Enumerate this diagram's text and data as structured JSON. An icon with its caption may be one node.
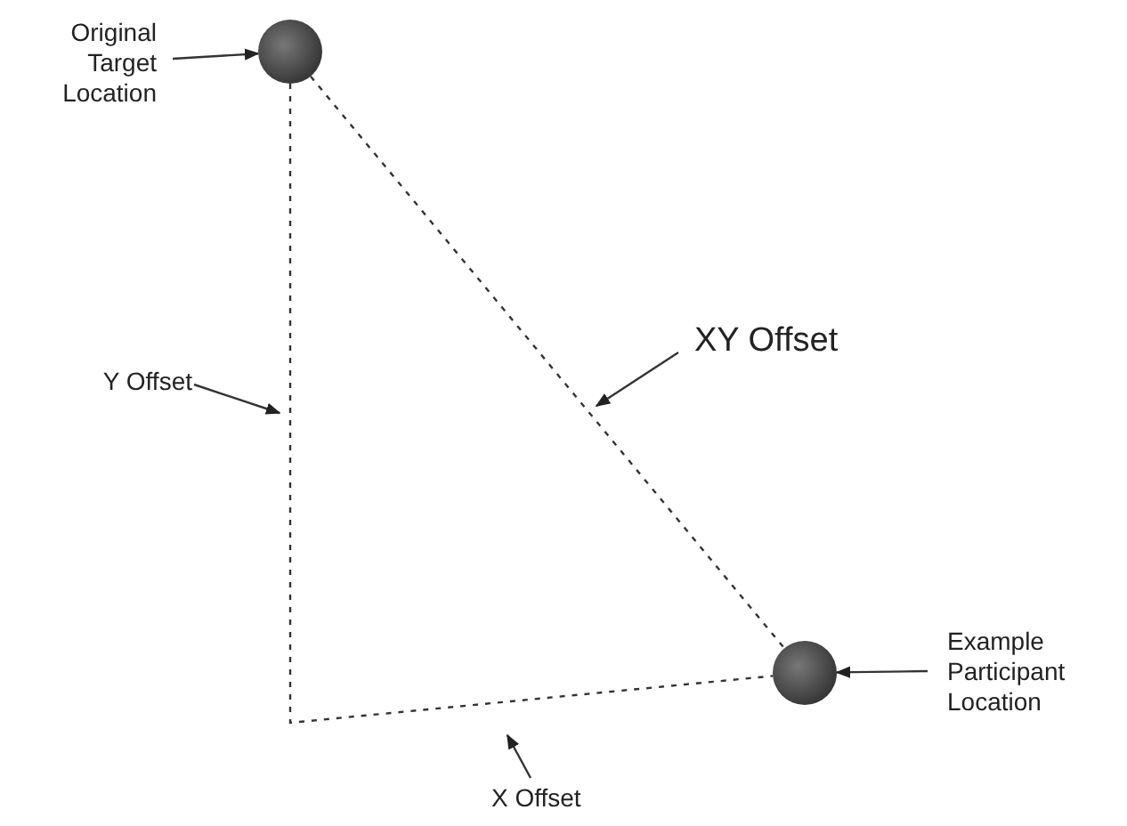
{
  "diagram": {
    "nodes": [
      {
        "text": [
          "Original Target Location"
        ]
      },
      {
        "text": [],
        "shape": "circle"
      },
      {
        "text": [
          "XY Offset"
        ]
      },
      {
        "text": [
          "Y Offset"
        ]
      },
      {
        "text": [],
        "shape": "circle"
      },
      {
        "text": [
          "Example Participant Location"
        ]
      },
      {
        "text": [
          "X Offset"
        ]
      }
    ],
    "edges": [
      {
        "from": 0,
        "to": 1,
        "arrow": "to"
      },
      {
        "from": 1,
        "to": 4,
        "arrow": "none",
        "style": "dashed"
      },
      {
        "from": 1,
        "to": 4,
        "arrow": "none",
        "style": "dashed"
      },
      {
        "from": 2,
        "to": null,
        "arrow": "to"
      },
      {
        "from": 3,
        "to": null,
        "arrow": "to"
      },
      {
        "from": 6,
        "to": null,
        "arrow": "to"
      },
      {
        "from": 5,
        "to": 4,
        "arrow": "to"
      }
    ]
  }
}
